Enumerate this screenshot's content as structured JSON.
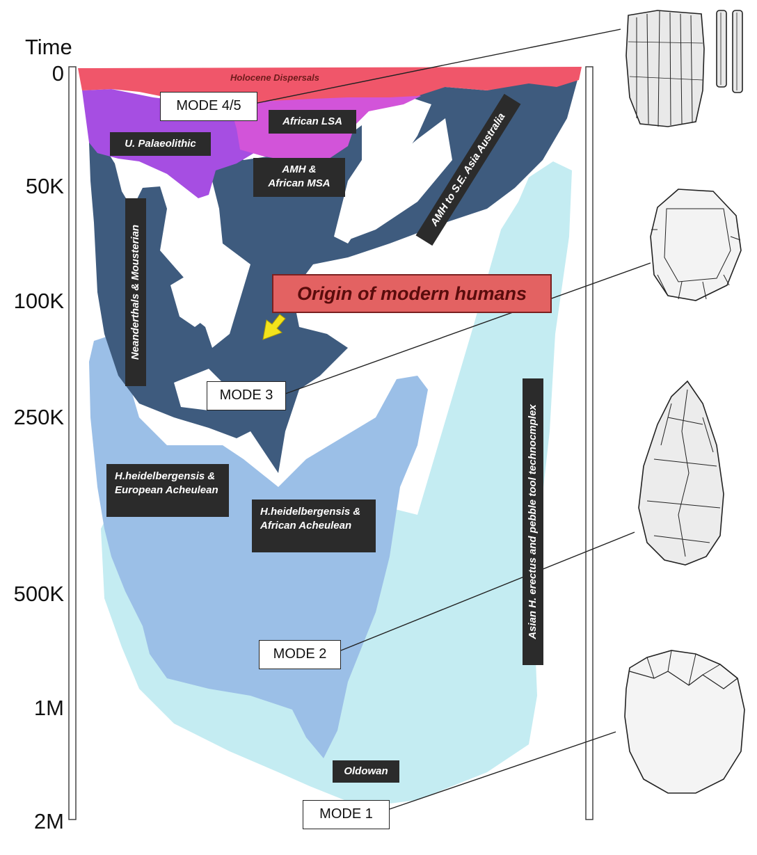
{
  "axis": {
    "title": "Time",
    "ticks": [
      "0",
      "50K",
      "100K",
      "250K",
      "500K",
      "1M",
      "2M"
    ]
  },
  "labels": {
    "holocene": "Holocene Dispersals",
    "african_lsa": "African LSA",
    "u_palaeolithic": "U. Palaeolithic",
    "amh_msa": "AMH & African MSA",
    "amh_asia": "AMH to S.E. Asia Australia",
    "neanderthals": "Neanderthals & Mousterian",
    "origin": "Origin of modern humans",
    "heidel_european": "H.heidelbergensis & European Acheulean",
    "heidel_african": "H.heidelbergensis & African Acheulean",
    "asian_erectus": "Asian H. erectus and pebble tool technocmplex",
    "oldowan": "Oldowan"
  },
  "modes": {
    "mode45": "MODE 4/5",
    "mode3": "MODE 3",
    "mode2": "MODE 2",
    "mode1": "MODE 1"
  },
  "colors": {
    "holocene": "#f0566a",
    "purple": "#a64ee2",
    "magenta": "#d254d9",
    "dark_blue": "#3e5b7e",
    "mid_blue": "#9bbfe7",
    "light_cyan": "#c4ecf2",
    "label_bg": "#2b2b2b",
    "origin_bg": "#e36262",
    "arrow": "#f3e31c"
  },
  "tools": [
    "blade-core-icon",
    "scraper-icon",
    "handaxe-icon",
    "chopper-icon"
  ]
}
